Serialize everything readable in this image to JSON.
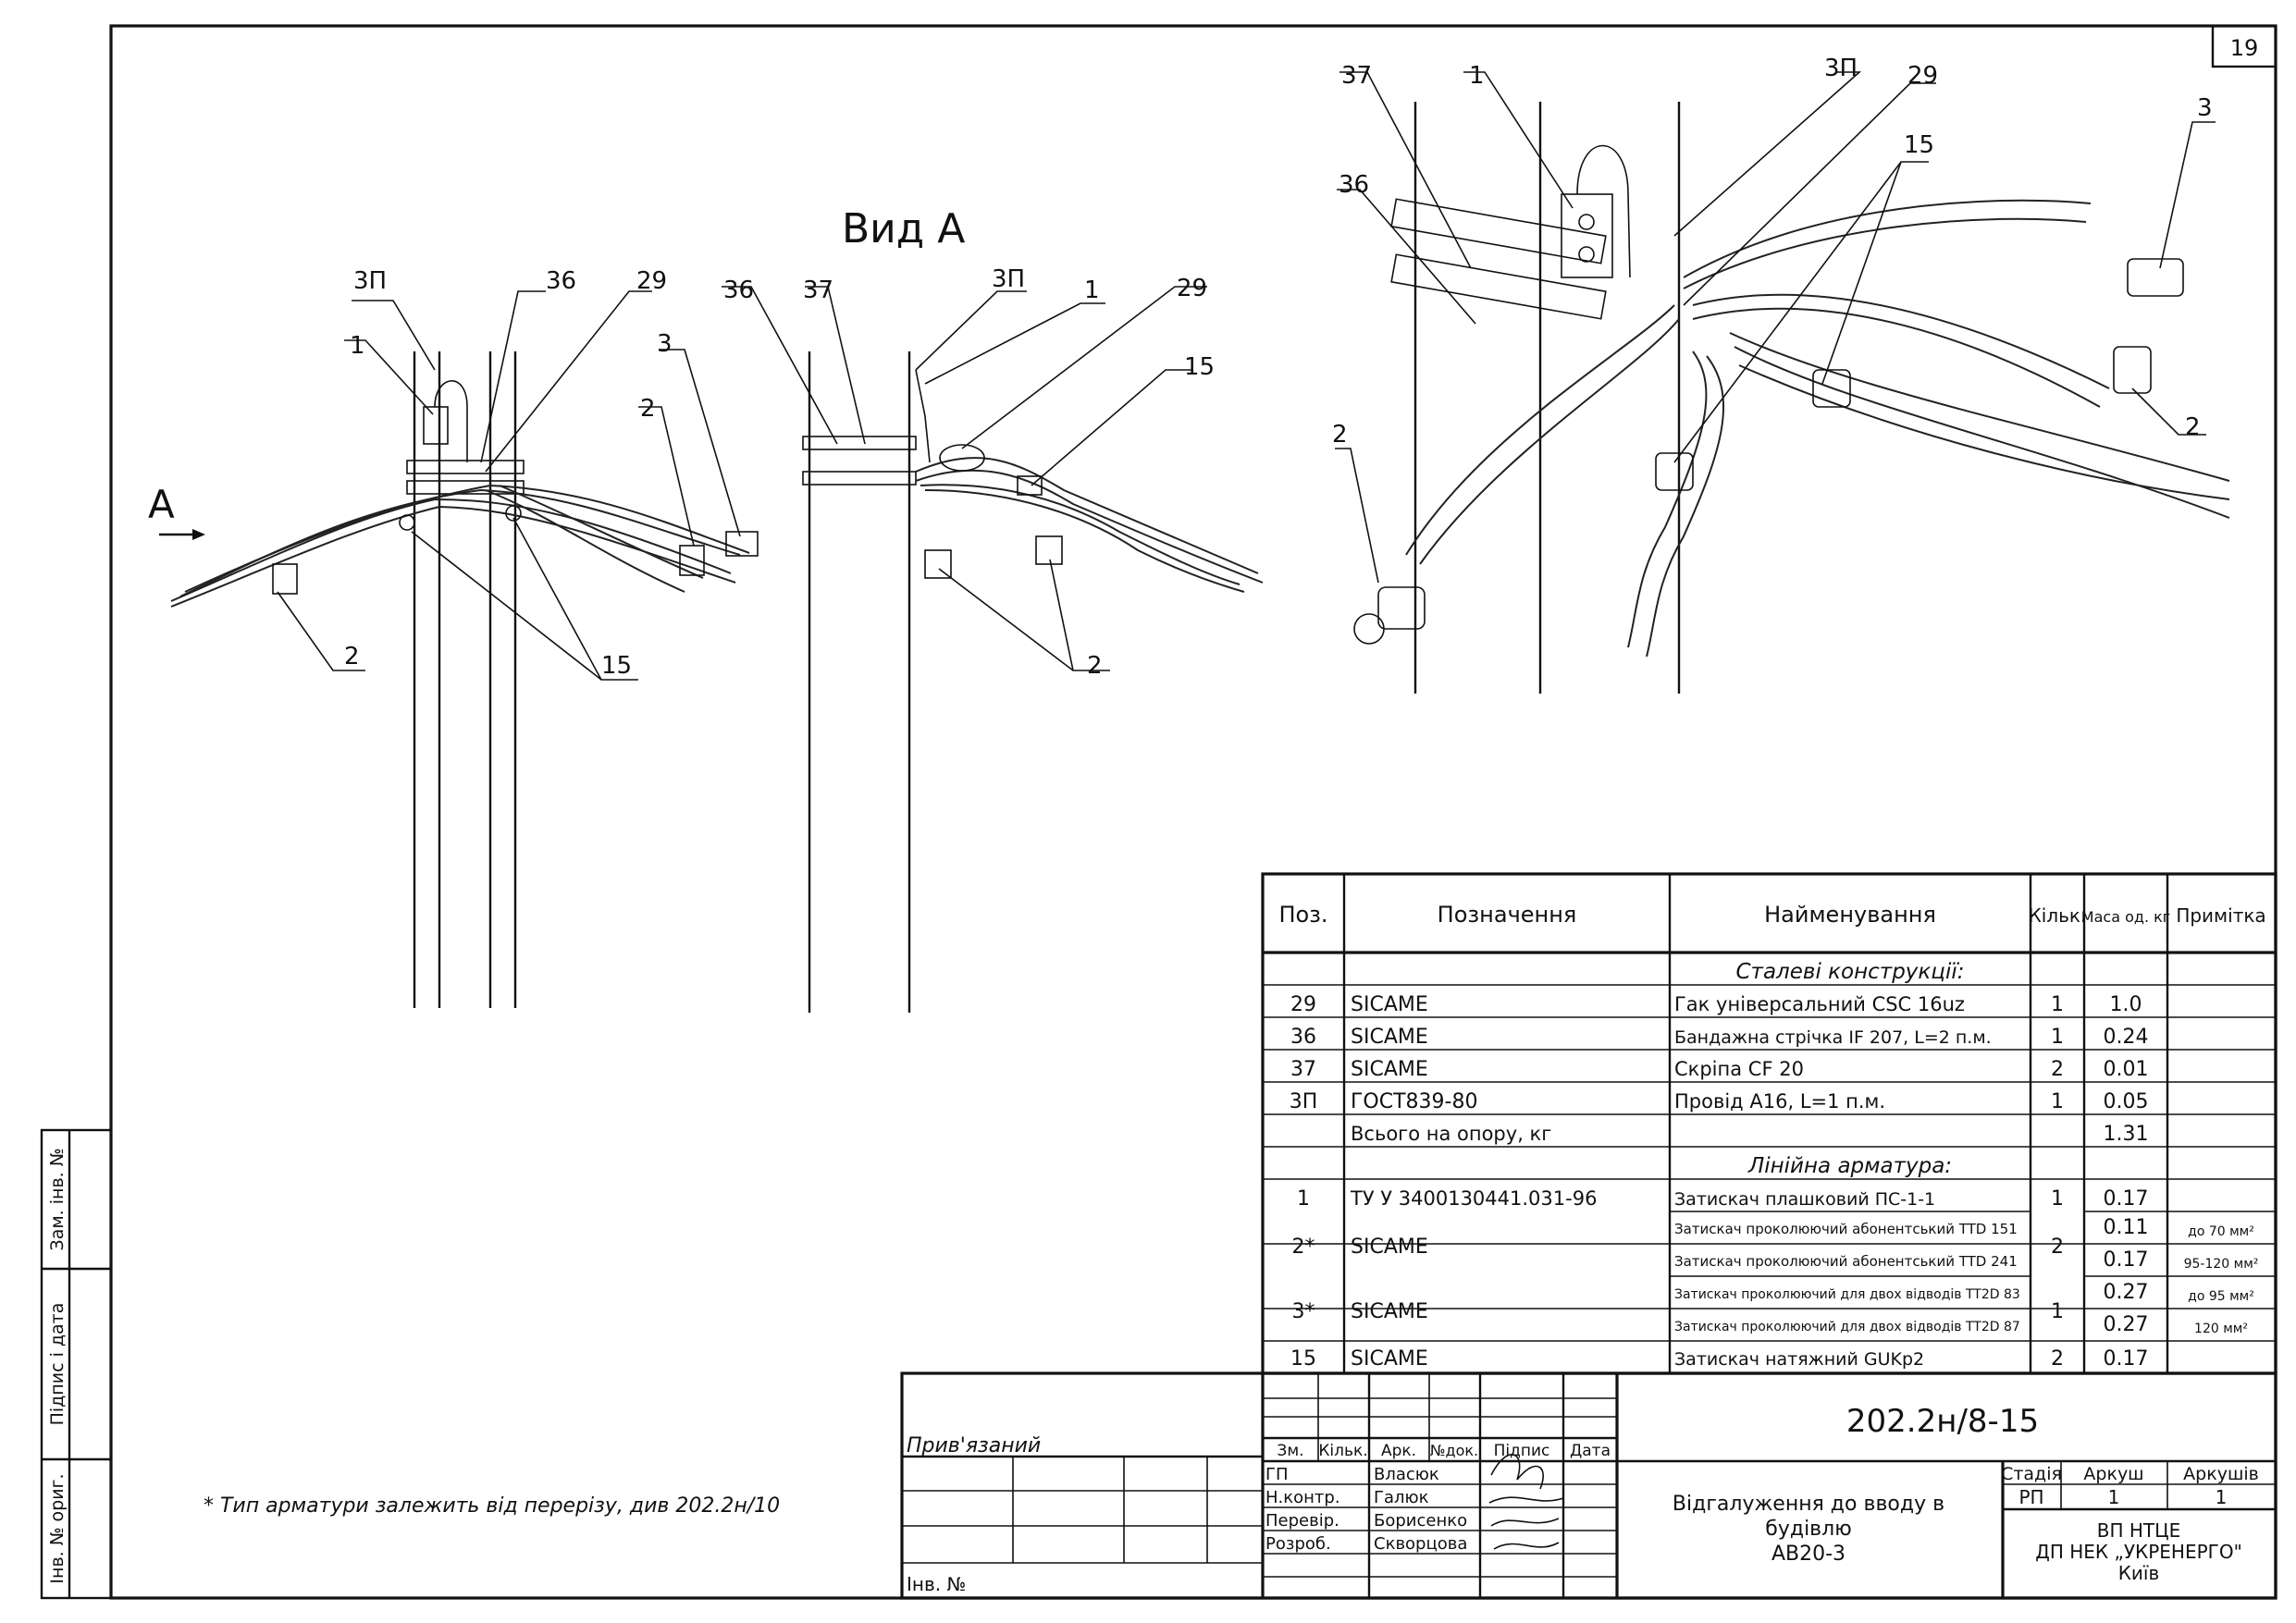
{
  "sheet_number": "19",
  "view_title": "Вид А",
  "view_arrow_label": "А",
  "left_view_callouts": [
    "3П",
    "36",
    "29",
    "1",
    "3",
    "2",
    "2",
    "15"
  ],
  "mid_view_callouts": [
    "36",
    "37",
    "3П",
    "1",
    "29",
    "15",
    "2"
  ],
  "right_view_callouts": [
    "37",
    "1",
    "3П",
    "29",
    "36",
    "15",
    "3",
    "2",
    "2"
  ],
  "footnote": "* Тип арматури залежить від перерізу, див 202.2н/10",
  "side_stamp": {
    "c1": "Зам. інв. №",
    "c2": "Підпис і дата",
    "c3": "Інв. № ориг."
  },
  "spec": {
    "headers": {
      "pos": "Поз.",
      "desig": "Позначення",
      "name": "Найменування",
      "qty": "Кільк.",
      "mass": "Маса од. кг",
      "note": "Примітка"
    },
    "section1": "Сталеві конструкції:",
    "section2": "Лінійна арматура:",
    "rows1": [
      {
        "pos": "29",
        "desig": "SICAME",
        "name": "Гак універсальний CSC 16uz",
        "qty": "1",
        "mass": "1.0",
        "note": ""
      },
      {
        "pos": "36",
        "desig": "SICAME",
        "name": "Бандажна стрічка IF 207, L=2 п.м.",
        "qty": "1",
        "mass": "0.24",
        "note": ""
      },
      {
        "pos": "37",
        "desig": "SICAME",
        "name": "Скріпа CF 20",
        "qty": "2",
        "mass": "0.01",
        "note": ""
      },
      {
        "pos": "3П",
        "desig": "ГОСТ839-80",
        "name": "Провід А16, L=1 п.м.",
        "qty": "1",
        "mass": "0.05",
        "note": ""
      }
    ],
    "total": {
      "desig": "Всього на опору, кг",
      "mass": "1.31"
    },
    "row_1": {
      "pos": "1",
      "desig": "ТУ У 3400130441.031-96",
      "name": "Затискач плашковий ПС-1-1",
      "qty": "1",
      "mass": "0.17"
    },
    "row_2": {
      "pos": "2*",
      "desig": "SICAME",
      "qty": "2",
      "a": {
        "name": "Затискач проколюючий абонентський TTD 151",
        "mass": "0.11",
        "note": "до 70 мм²"
      },
      "b": {
        "name": "Затискач проколюючий абонентський TTD 241",
        "mass": "0.17",
        "note": "95-120 мм²"
      }
    },
    "row_3": {
      "pos": "3*",
      "desig": "SICAME",
      "qty": "1",
      "a": {
        "name": "Затискач проколюючий для двох відводів TT2D 83",
        "mass": "0.27",
        "note": "до 95 мм²"
      },
      "b": {
        "name": "Затискач проколюючий для двох відводів TT2D 87",
        "mass": "0.27",
        "note": "120 мм²"
      }
    },
    "row_15": {
      "pos": "15",
      "desig": "SICAME",
      "name": "Затискач натяжний GUKp2",
      "qty": "2",
      "mass": "0.17"
    }
  },
  "title_block": {
    "doc_code": "202.2н/8-15",
    "changes_headers": [
      "Зм.",
      "Кільк.",
      "Арк.",
      "№док.",
      "Підпис",
      "Дата"
    ],
    "roles": [
      "ГП",
      "Н.контр.",
      "Перевір.",
      "Розроб."
    ],
    "names": [
      "Власюк",
      "Галюк",
      "Борисенко",
      "Скворцова"
    ],
    "privyazaniy": "Прив'язаний",
    "inv_no": "Інв. №",
    "title_lines": [
      "Відгалуження до вводу в",
      "будівлю",
      "АВ20-3"
    ],
    "stage_label": "Стадія",
    "stage": "РП",
    "sheet_label": "Аркуш",
    "sheet": "1",
    "sheets_label": "Аркушів",
    "sheets": "1",
    "org_lines": [
      "ВП НТЦЕ",
      "ДП НЕК „УКРЕНЕРГО\"",
      "Київ"
    ]
  }
}
